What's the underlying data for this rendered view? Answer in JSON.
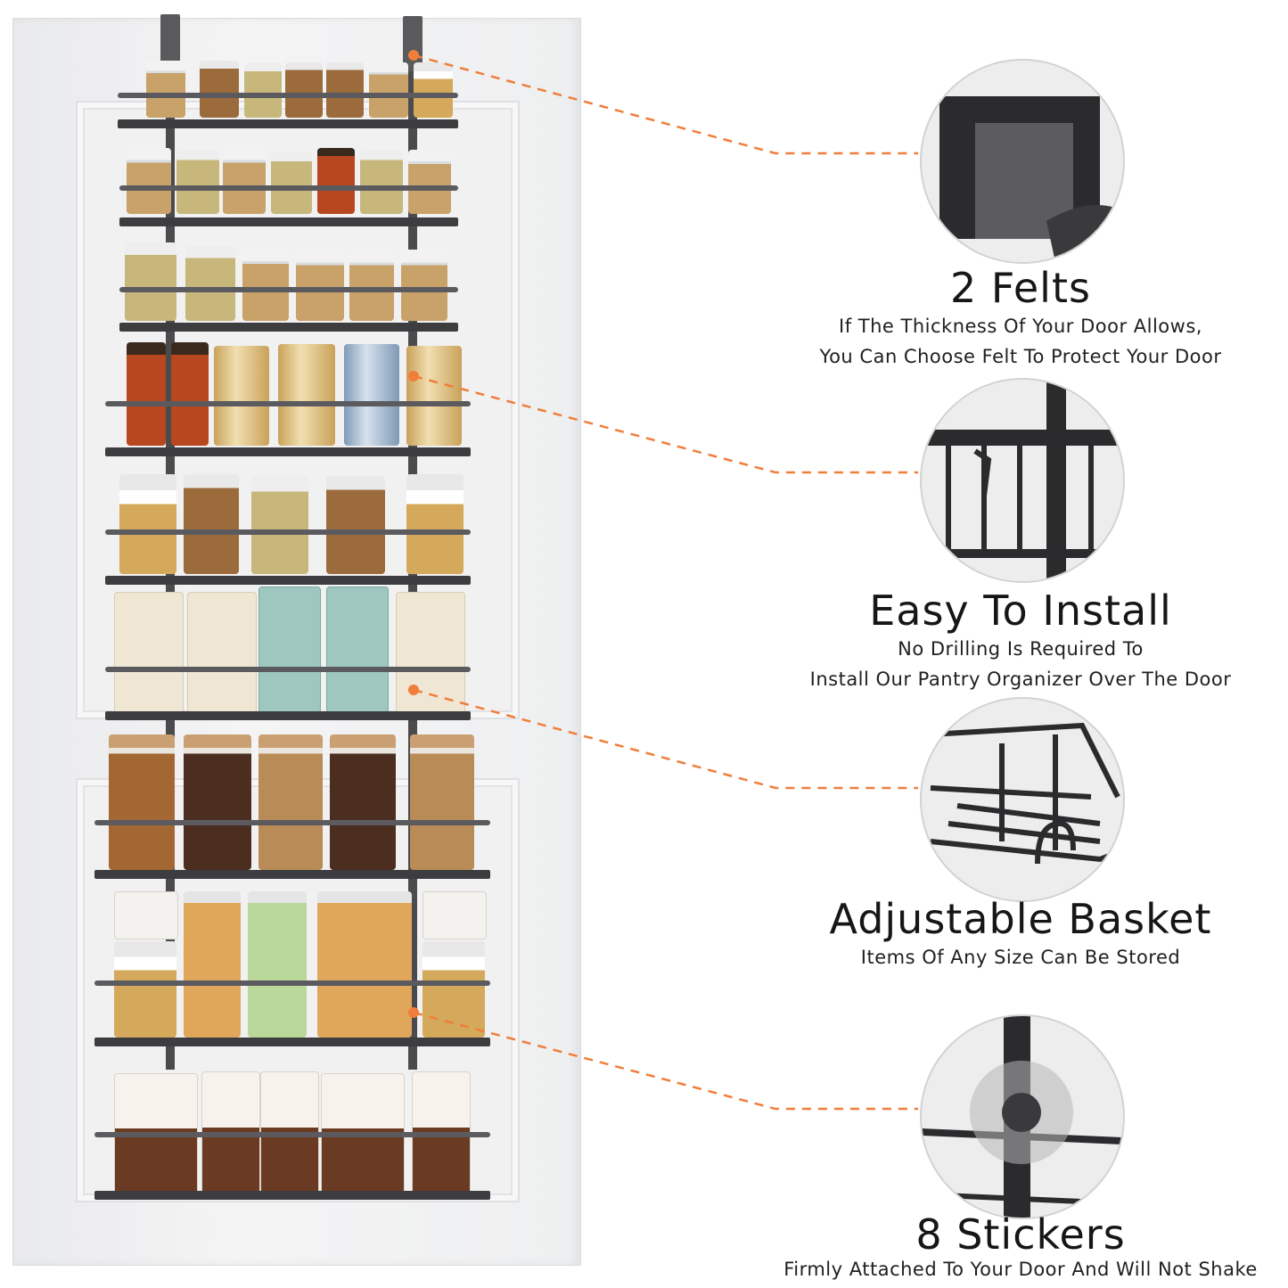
{
  "features": [
    {
      "title": "2 Felts",
      "lines": [
        "If The Thickness Of Your Door Allows,",
        "You Can Choose Felt To Protect Your Door"
      ],
      "icon": "felt-hook-icon"
    },
    {
      "title": "Easy To Install",
      "lines": [
        "No Drilling Is Required To",
        "Install Our Pantry Organizer Over The Door"
      ],
      "icon": "over-door-hook-icon"
    },
    {
      "title": "Adjustable Basket",
      "lines": [
        "Items Of Any Size Can Be Stored"
      ],
      "icon": "basket-icon"
    },
    {
      "title": "8 Stickers",
      "lines": [
        "Firmly Attached To Your Door And Will Not Shake"
      ],
      "icon": "sticker-clip-icon"
    }
  ],
  "colors": {
    "accent": "#f07e3a",
    "metal": "#3d3d40",
    "door": "#f1f1f2"
  }
}
